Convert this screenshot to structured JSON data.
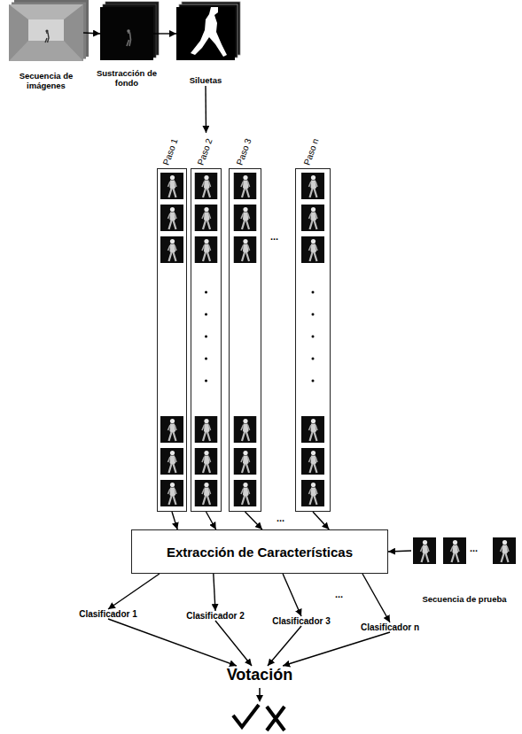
{
  "diagram": {
    "nodes": [
      {
        "text": [
          "Secuencia de imágenes"
        ]
      },
      {
        "text": [
          "Sustracción de fondo"
        ]
      },
      {
        "text": [
          "Siluetas"
        ]
      },
      {
        "text": [
          "Paso 1"
        ]
      },
      {
        "text": [
          "Paso 2"
        ]
      },
      {
        "text": [
          "Paso 3"
        ]
      },
      {
        "text": [
          "Paso n"
        ]
      },
      {
        "text": [
          "Extracción de Características"
        ]
      },
      {
        "text": [
          "Secuencia de prueba"
        ]
      },
      {
        "text": [
          "Clasificador 1"
        ]
      },
      {
        "text": [
          "Clasificador 2"
        ]
      },
      {
        "text": [
          "Clasificador 3"
        ]
      },
      {
        "text": [
          "Clasificador n"
        ]
      },
      {
        "text": [
          "Votación"
        ]
      }
    ],
    "edges": [
      {
        "from": 0,
        "to": 1,
        "arrow": "to"
      },
      {
        "from": 1,
        "to": 2,
        "arrow": "to"
      },
      {
        "from": 2,
        "to": 4,
        "arrow": "to"
      },
      {
        "from": 3,
        "to": 7,
        "arrow": "to"
      },
      {
        "from": 4,
        "to": 7,
        "arrow": "to"
      },
      {
        "from": 5,
        "to": 7,
        "arrow": "to"
      },
      {
        "from": 6,
        "to": 7,
        "arrow": "to"
      },
      {
        "from": 8,
        "to": 7,
        "arrow": "to"
      },
      {
        "from": 7,
        "to": 9,
        "arrow": "to"
      },
      {
        "from": 7,
        "to": 10,
        "arrow": "to"
      },
      {
        "from": 7,
        "to": 11,
        "arrow": "to"
      },
      {
        "from": 7,
        "to": 12,
        "arrow": "to"
      },
      {
        "from": 9,
        "to": 13,
        "arrow": "to"
      },
      {
        "from": 10,
        "to": 13,
        "arrow": "to"
      },
      {
        "from": 11,
        "to": 13,
        "arrow": "to"
      },
      {
        "from": 12,
        "to": 13,
        "arrow": "to"
      }
    ],
    "labels": [
      "...",
      "...",
      "...",
      "..."
    ]
  }
}
